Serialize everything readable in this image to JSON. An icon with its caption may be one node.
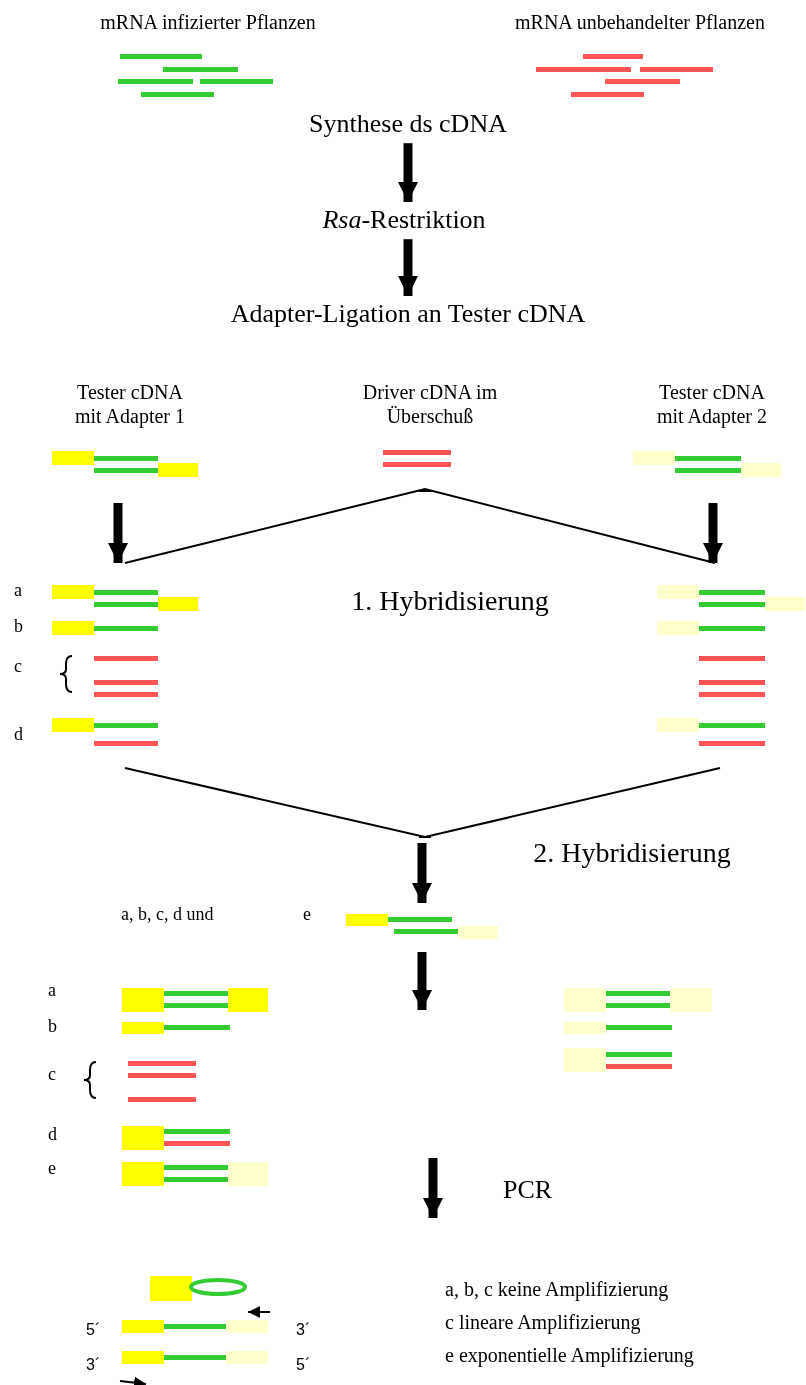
{
  "diagram": {
    "nodes": [
      {
        "text": [
          "Synthese ds cDNA"
        ]
      },
      {
        "text": [
          "*Rsa*-Restriktion"
        ]
      },
      {
        "text": [
          "Adapter-Ligation an Tester cDNA"
        ]
      }
    ],
    "edges": [
      {
        "from": 0,
        "to": 1,
        "arrow": "to"
      },
      {
        "from": 1,
        "to": 2,
        "arrow": "to"
      }
    ],
    "labels": [
      "mRNA infizierter Pflanzen",
      "mRNA unbehandelter Pflanzen",
      "Tester cDNA mit Adapter 1",
      "Driver cDNA im Überschuß",
      "Tester cDNA mit Adapter 2",
      "a",
      "1. Hybridisierung",
      "b",
      "c",
      "d",
      "2. Hybridisierung",
      "a, b, c, d und",
      "e",
      "a",
      "b",
      "c",
      "d",
      "e",
      "PCR",
      "a, b, c keine Amplifizierung",
      "5´",
      "3´",
      "c lineare Amplifizierung",
      "3´",
      "5´",
      "e exponentielle Amplifizierung"
    ]
  }
}
